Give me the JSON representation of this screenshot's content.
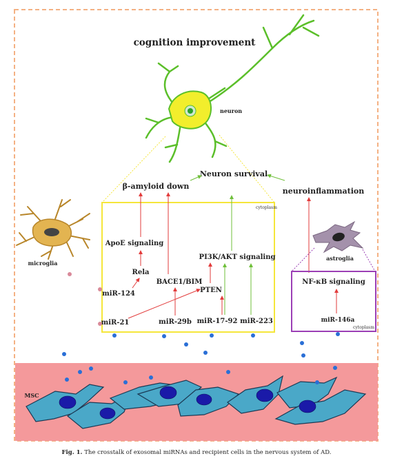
{
  "title": "cognition improvement",
  "neuron_label": "neuron",
  "neuron_survival": "Neuron survival",
  "beta_amyloid": "β-amyloid down",
  "neuroinflammation": "neuroinflammation",
  "cytoplasm_main": "cytoplasm",
  "cytoplasm_astro": "cytoplasm",
  "apoe": "ApoE signaling",
  "rela": "Rela",
  "bace": "BACE1/BIM",
  "pten": "PTEN",
  "pi3k": "PI3K/AKT signaling",
  "mir124": "miR-124",
  "mir21": "miR-21",
  "mir29b": "miR-29b",
  "mir1792": "miR-17-92",
  "mir223": "miR-223",
  "microglia": "microglia",
  "astroglia": "astroglia",
  "nfkb": "NF-κB signaling",
  "mir146a": "miR-146a",
  "msc": "MSC",
  "caption_fig": "Fig. 1.",
  "caption_text": "The crosstalk of exosomal miRNAs and recipient cells in the nervous system of AD.",
  "colors": {
    "dashed_border": "#f4b183",
    "neuron_fill": "#f2ee2c",
    "neuron_stroke": "#5bbf2a",
    "box_yellow": "#f5e63a",
    "box_purple": "#9b3fb5",
    "arrow_red": "#e23b3b",
    "arrow_green": "#6fbf3a",
    "msc_band": "#f4999b",
    "msc_cell": "#4aa8c8",
    "msc_nucleus": "#1a1aa8",
    "microglia": "#d9a441",
    "astroglia": "#9d8aa3",
    "dot_blue": "#2a6fd6",
    "dot_pink": "#d98a9a"
  }
}
